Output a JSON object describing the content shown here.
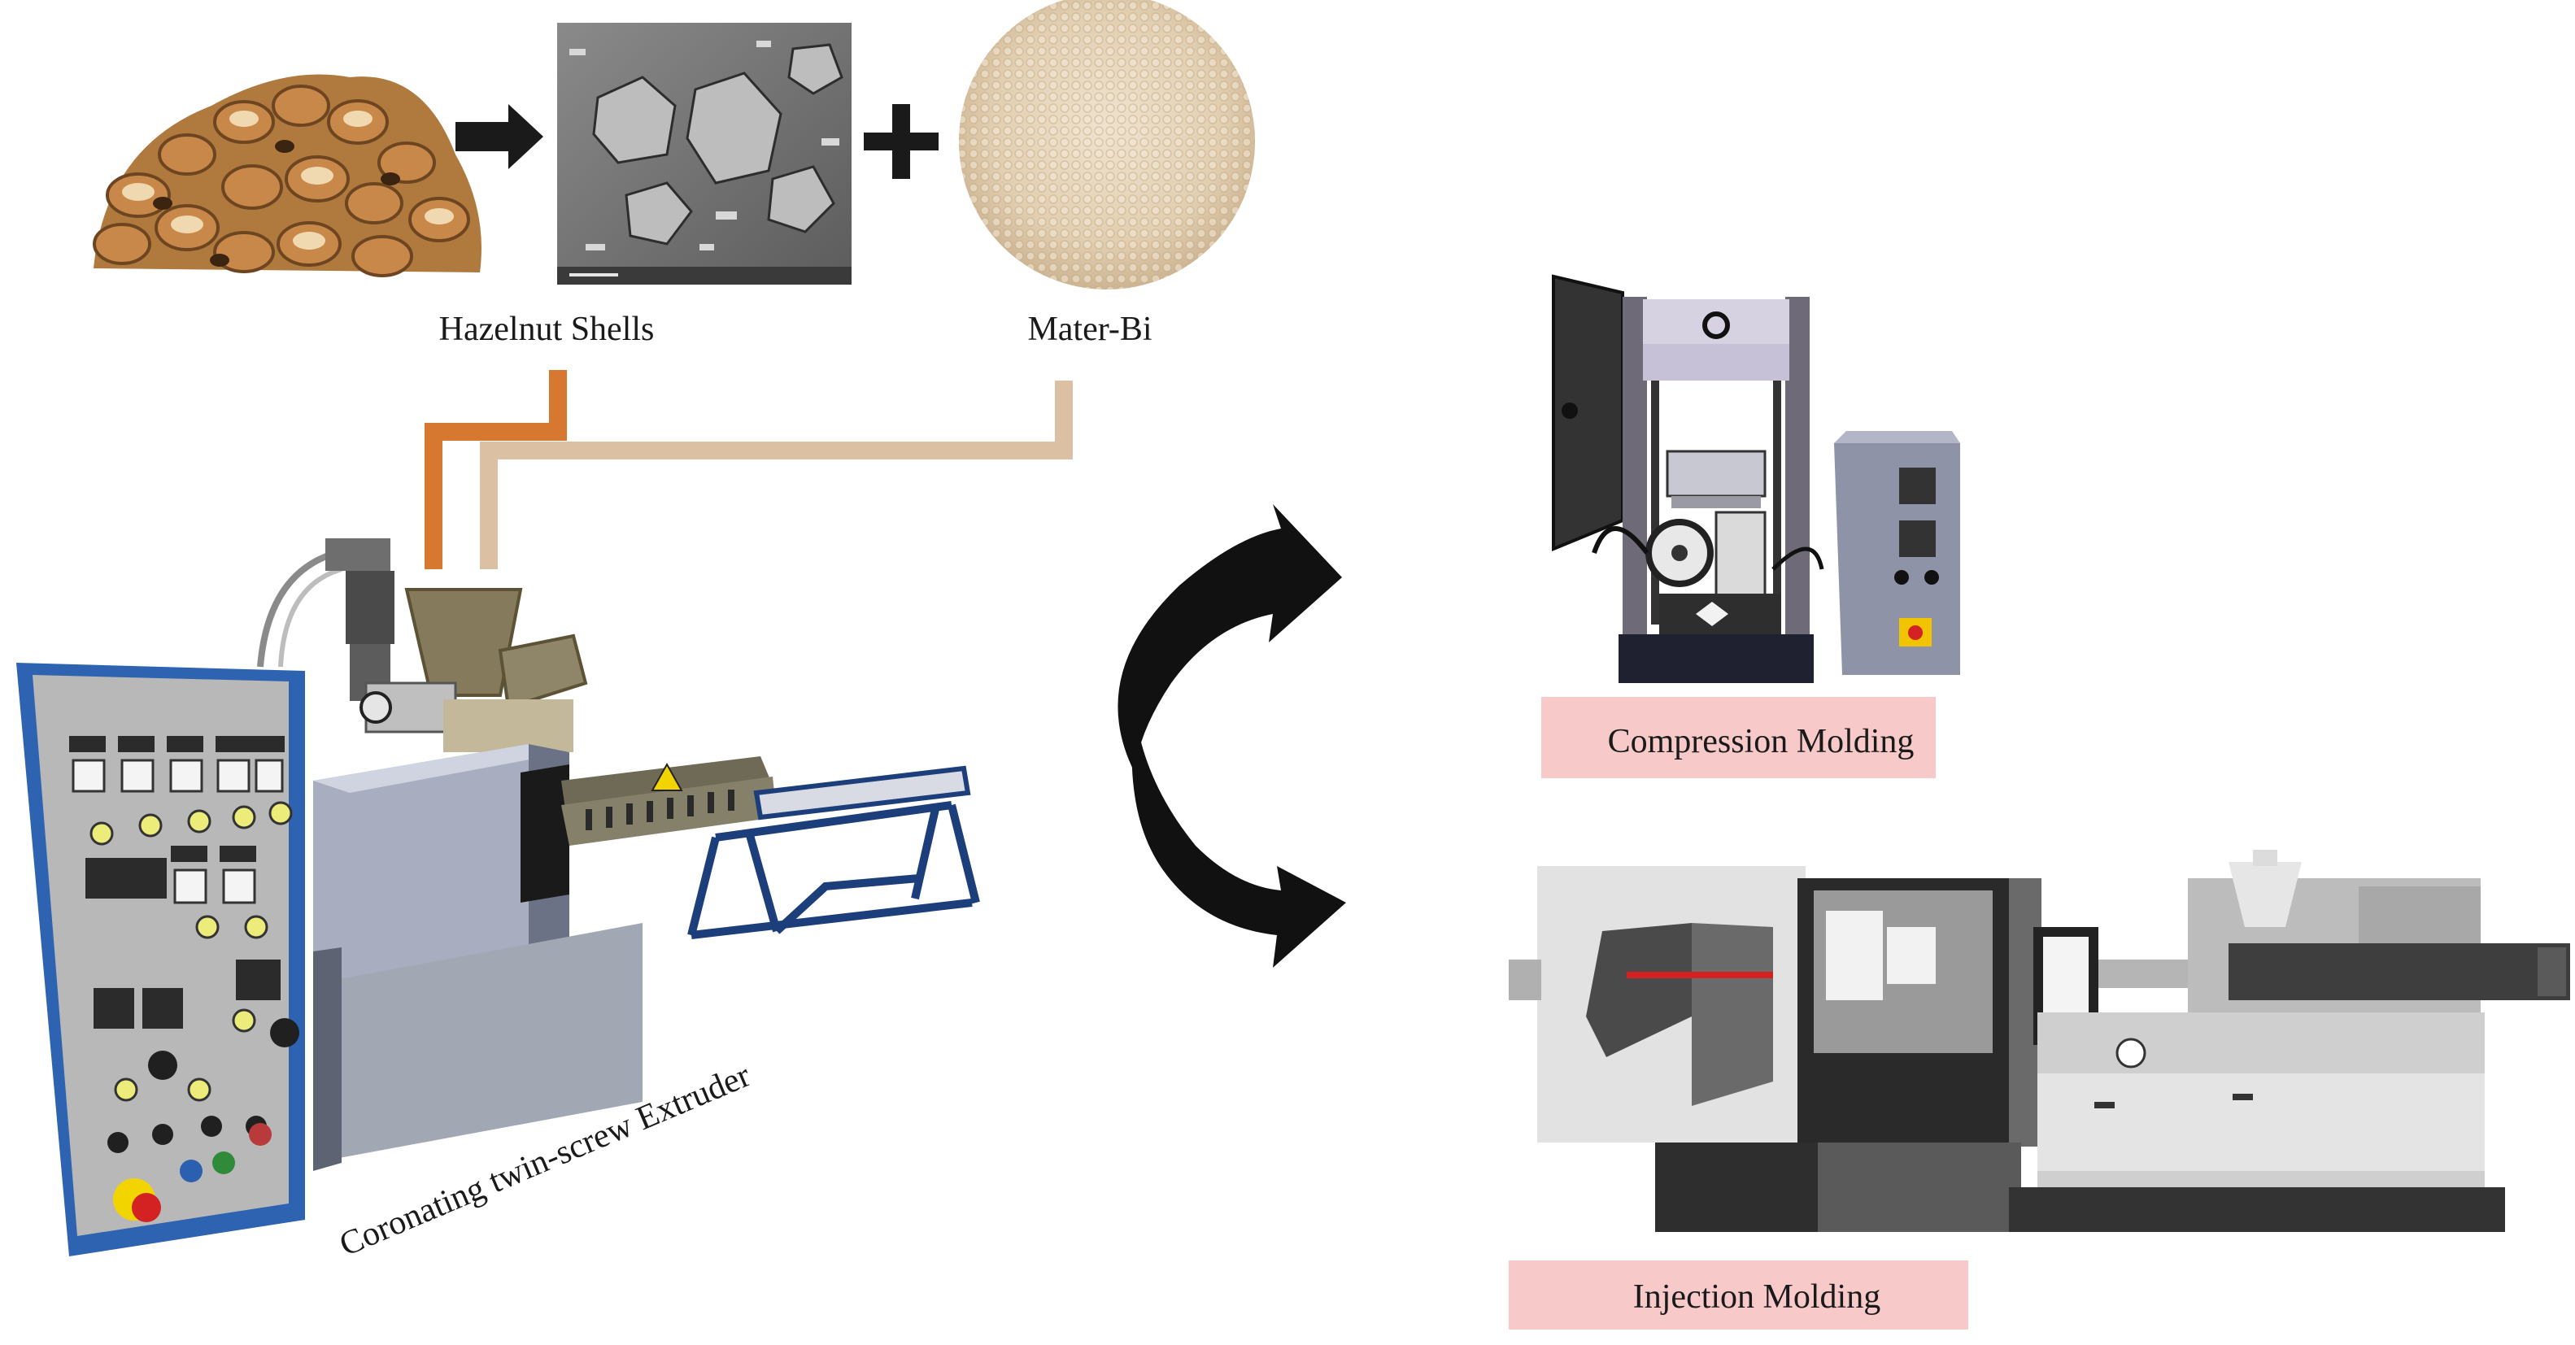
{
  "inputs": {
    "hazelnut_label": "Hazelnut Shells",
    "materbi_label": "Mater-Bi"
  },
  "extruder": {
    "label": "Coronating twin-screw Extruder"
  },
  "outputs": {
    "compression_label": "Compression Molding",
    "injection_label": "Injection Molding"
  },
  "colors": {
    "hazelnut_line": "#d6782f",
    "materbi_line": "#dcc0a4",
    "label_bg": "#f7c9c9",
    "panel_blue": "#2d63b0",
    "arrow": "#111111"
  }
}
